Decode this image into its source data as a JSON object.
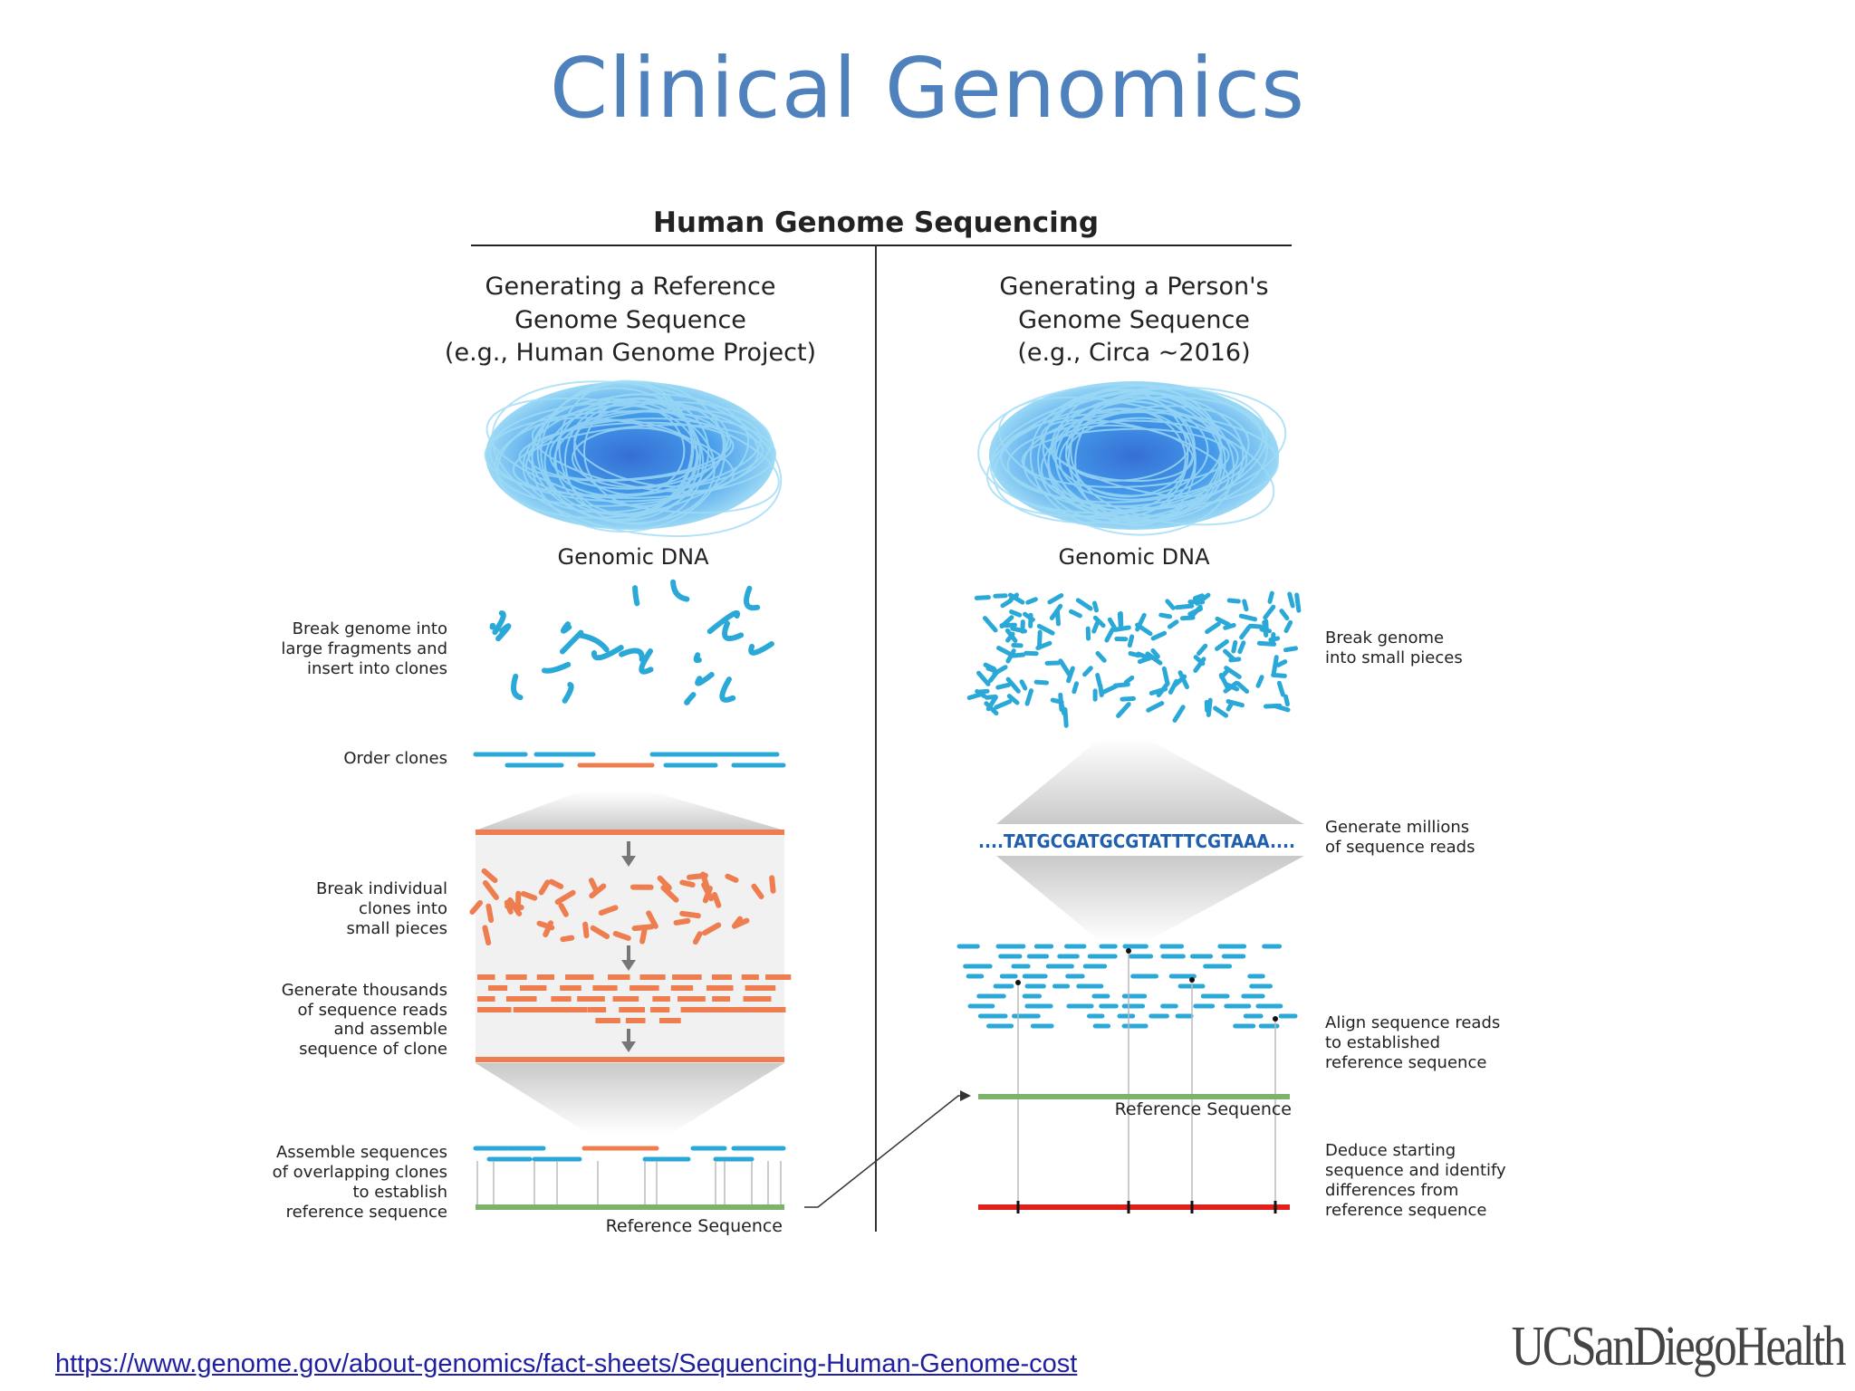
{
  "slide": {
    "title": "Clinical Genomics",
    "source_link": "https://www.genome.gov/about-genomics/fact-sheets/Sequencing-Human-Genome-cost",
    "logo_text": "UCSanDiegoHealth"
  },
  "diagram": {
    "title": "Human Genome Sequencing",
    "left": {
      "heading": [
        "Generating a Reference",
        "Genome Sequence",
        "(e.g., Human Genome Project)"
      ],
      "dna_label": "Genomic DNA",
      "steps": {
        "break": [
          "Break genome into",
          "large fragments and",
          "insert into clones"
        ],
        "order": [
          "Order clones"
        ],
        "break_clones": [
          "Break individual",
          "clones into",
          "small pieces"
        ],
        "generate": [
          "Generate thousands",
          "of sequence reads",
          "and assemble",
          "sequence of clone"
        ],
        "assemble": [
          "Assemble sequences",
          "of overlapping clones",
          "to establish",
          "reference sequence"
        ]
      },
      "reference_label": "Reference Sequence"
    },
    "right": {
      "heading": [
        "Generating a Person's",
        "Genome Sequence",
        "(e.g., Circa ~2016)"
      ],
      "dna_label": "Genomic DNA",
      "sequence": "....TATGCGATGCGTATTTCGTAAA....",
      "steps": {
        "break": [
          "Break genome",
          "into small pieces"
        ],
        "generate": [
          "Generate millions",
          "of sequence reads"
        ],
        "align": [
          "Align sequence reads",
          "to established",
          "reference sequence"
        ],
        "deduce": [
          "Deduce starting",
          "sequence and identify",
          "differences from",
          "reference sequence"
        ]
      },
      "reference_label": "Reference Sequence"
    },
    "colors": {
      "blue": "#2aa9d8",
      "orange": "#ee7d4f",
      "green": "#7cb36a",
      "red": "#e0201b",
      "title": "#4f81bd"
    }
  }
}
